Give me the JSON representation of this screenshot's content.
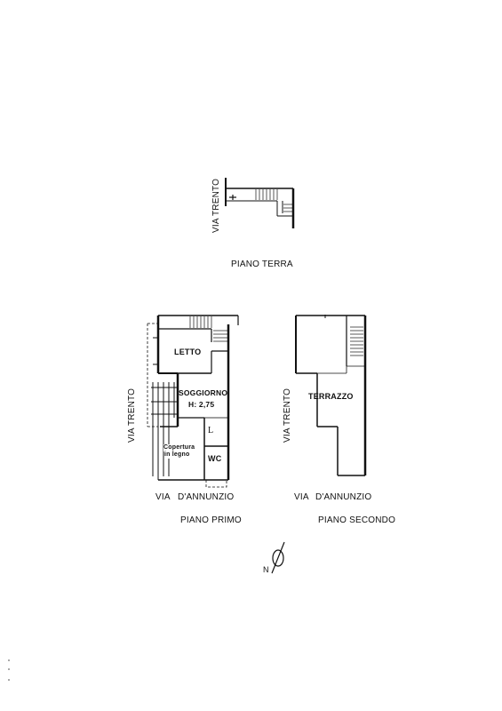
{
  "floors": {
    "ground": {
      "title": "PIANO TERRA",
      "street_side": "VIA TRENTO"
    },
    "first": {
      "title": "PIANO PRIMO",
      "street_side": "VIA TRENTO",
      "street_bottom_via": "VIA",
      "street_bottom_name": "D'ANNUNZIO",
      "rooms": {
        "letto": "LETTO",
        "soggiorno": "SOGGIORNO",
        "soggiorno_height": "H: 2,75",
        "l_mark": "L",
        "copertura_line1": "Copertura",
        "copertura_line2": "in legno",
        "wc": "WC"
      }
    },
    "second": {
      "title": "PIANO SECONDO",
      "street_side": "VIA TRENTO",
      "street_bottom_via": "VIA",
      "street_bottom_name": "D'ANNUNZIO",
      "rooms": {
        "terrazzo": "TERRAZZO"
      }
    }
  },
  "north": {
    "label": "N"
  }
}
